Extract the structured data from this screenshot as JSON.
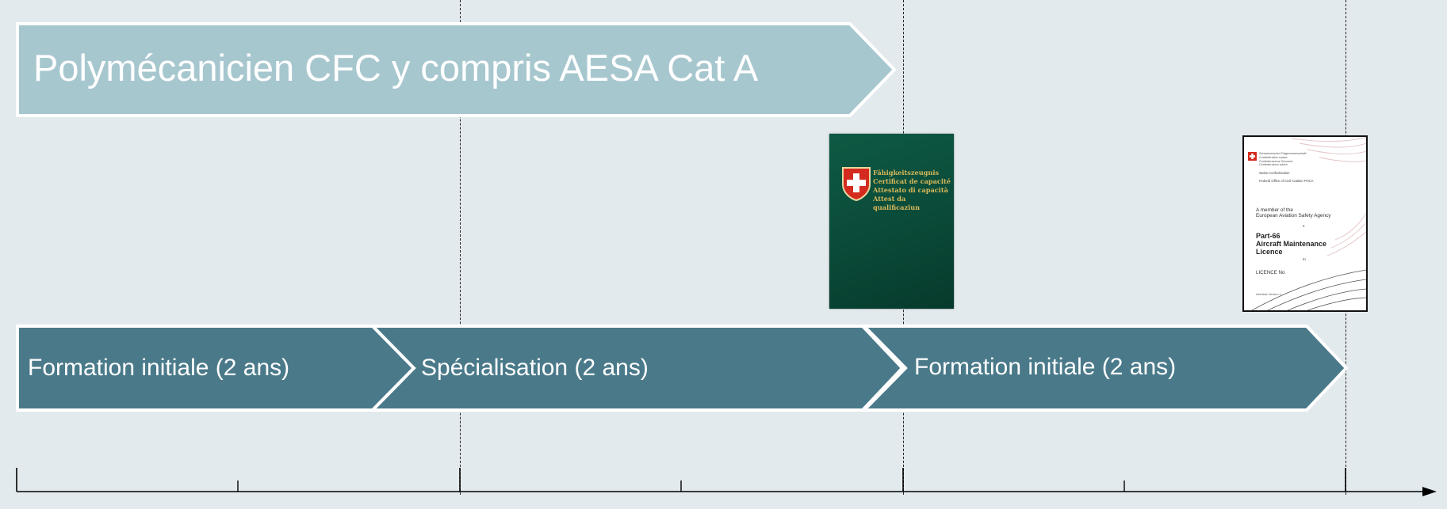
{
  "program": {
    "title": "Polymécanicien CFC y compris AESA Cat A"
  },
  "phases": [
    {
      "label": "Formation initiale (2 ans)"
    },
    {
      "label": "Spécialisation (2 ans)"
    },
    {
      "label": "Formation initiale (2 ans)"
    }
  ],
  "certificates": {
    "cfc": {
      "lines": [
        "Fähigkeitszeugnis",
        "Certificat de capacité",
        "Attestato di capacità",
        "Attest da qualificaziun"
      ]
    },
    "licence": {
      "header_lines": [
        "Schweizerische Eidgenossenschaft",
        "Confédération suisse",
        "Confederazione Svizzera",
        "Confederaziun svizra"
      ],
      "sub_lines": [
        "Swiss Confederation",
        "Federal Office of Civil Aviation FOCA"
      ],
      "member_lines": [
        "A member of the",
        "European Aviation Safety Agency"
      ],
      "roman_ii": "II",
      "title_lines": [
        "Part-66",
        "Aircraft Maintenance",
        "Licence"
      ],
      "roman_iii": "III",
      "licence_no": "LICENCE No",
      "footer": "Interface Version 1"
    }
  },
  "colors": {
    "background": "#e3eaee",
    "program_arrow": "#a7c7cf",
    "phase_arrow": "#4a7a8a",
    "arrow_border": "#ffffff",
    "cfc_cover": "#0b4a38",
    "cfc_text": "#d8b85a",
    "swiss_red": "#d52b1e"
  }
}
